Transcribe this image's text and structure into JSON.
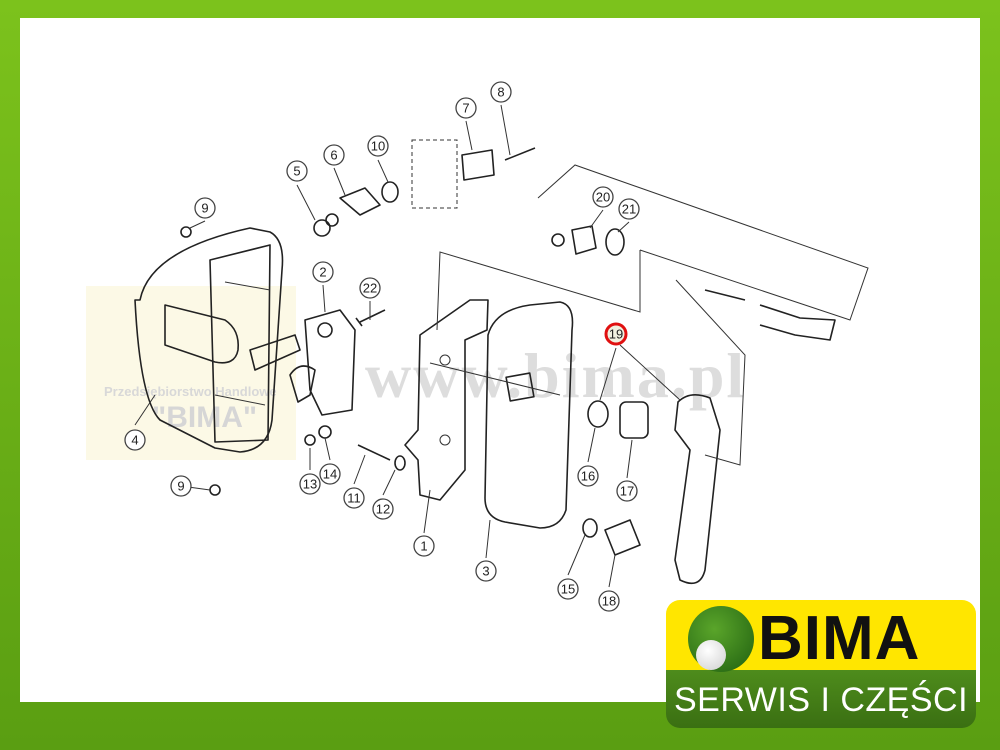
{
  "watermark": {
    "url": "www.bima.pl",
    "company": "Przedsiębiorstwo Handlowe",
    "name": "\"BIMA\""
  },
  "logo": {
    "name": "BIMA",
    "tagline": "SERWIS I CZĘŚCI"
  },
  "highlight_color": "#e01010",
  "callouts": [
    {
      "label": "1",
      "highlighted": false
    },
    {
      "label": "2",
      "highlighted": false
    },
    {
      "label": "3",
      "highlighted": false
    },
    {
      "label": "4",
      "highlighted": false
    },
    {
      "label": "5",
      "highlighted": false
    },
    {
      "label": "6",
      "highlighted": false
    },
    {
      "label": "7",
      "highlighted": false
    },
    {
      "label": "8",
      "highlighted": false
    },
    {
      "label": "9",
      "highlighted": false
    },
    {
      "label": "9",
      "highlighted": false
    },
    {
      "label": "10",
      "highlighted": false
    },
    {
      "label": "11",
      "highlighted": false
    },
    {
      "label": "12",
      "highlighted": false
    },
    {
      "label": "13",
      "highlighted": false
    },
    {
      "label": "14",
      "highlighted": false
    },
    {
      "label": "15",
      "highlighted": false
    },
    {
      "label": "16",
      "highlighted": false
    },
    {
      "label": "17",
      "highlighted": false
    },
    {
      "label": "18",
      "highlighted": false
    },
    {
      "label": "19",
      "highlighted": true
    },
    {
      "label": "20",
      "highlighted": false
    },
    {
      "label": "21",
      "highlighted": false
    },
    {
      "label": "22",
      "highlighted": false
    }
  ]
}
